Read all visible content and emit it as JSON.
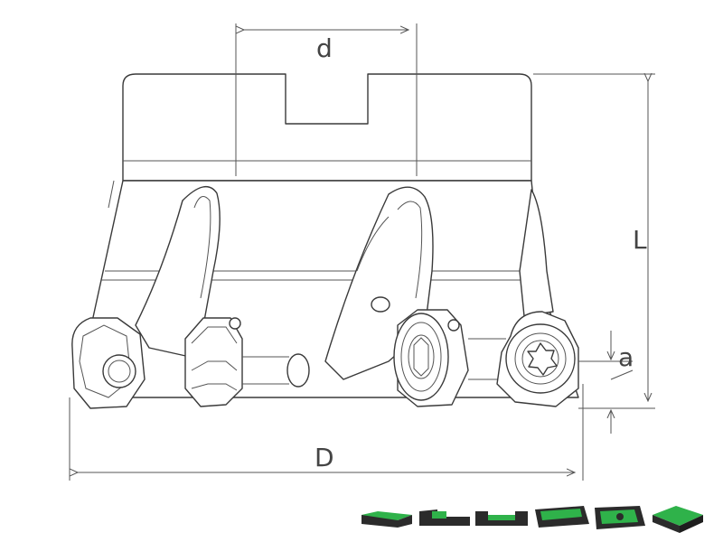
{
  "drawing": {
    "labels": {
      "bore_diameter": "d",
      "length": "L",
      "cutter_diameter": "D",
      "cutting_depth": "a"
    }
  },
  "insert_icons": [
    "insert-shape-1-icon",
    "insert-shape-2-icon",
    "insert-shape-3-icon",
    "insert-shape-4-icon",
    "insert-shape-5-icon",
    "insert-shape-6-icon"
  ],
  "colors": {
    "line": "#3a3a3a",
    "insert_green": "#2fb24a",
    "insert_dark": "#2b2b2b"
  }
}
